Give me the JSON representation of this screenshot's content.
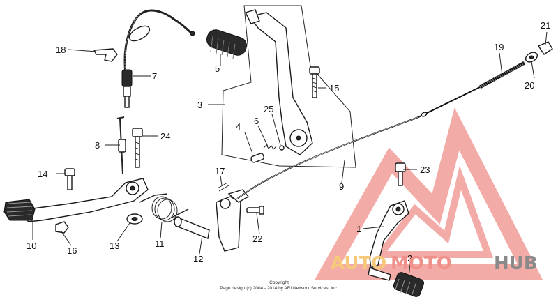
{
  "callouts": [
    {
      "id": "c1",
      "text": "1"
    },
    {
      "id": "c2",
      "text": "2"
    },
    {
      "id": "c3",
      "text": "3"
    },
    {
      "id": "c4",
      "text": "4"
    },
    {
      "id": "c5",
      "text": "5"
    },
    {
      "id": "c6",
      "text": "6"
    },
    {
      "id": "c7",
      "text": "7"
    },
    {
      "id": "c8",
      "text": "8"
    },
    {
      "id": "c9",
      "text": "9"
    },
    {
      "id": "c10",
      "text": "10"
    },
    {
      "id": "c11",
      "text": "11"
    },
    {
      "id": "c12",
      "text": "12"
    },
    {
      "id": "c13",
      "text": "13"
    },
    {
      "id": "c14",
      "text": "14"
    },
    {
      "id": "c15",
      "text": "15"
    },
    {
      "id": "c16",
      "text": "16"
    },
    {
      "id": "c17",
      "text": "17"
    },
    {
      "id": "c18",
      "text": "18"
    },
    {
      "id": "c19",
      "text": "19"
    },
    {
      "id": "c20",
      "text": "20"
    },
    {
      "id": "c21",
      "text": "21"
    },
    {
      "id": "c22",
      "text": "22"
    },
    {
      "id": "c23",
      "text": "23"
    },
    {
      "id": "c24",
      "text": "24"
    },
    {
      "id": "c25",
      "text": "25"
    }
  ],
  "copyright": {
    "line1": "Copyright",
    "line2": "Page design (c) 2004 - 2014 by ARI Network Services, Inc."
  },
  "watermark": {
    "part1": "AUTO",
    "part2": "MOTO",
    "part3": "HUB",
    "color_primary": "#f0908a",
    "color_secondary": "#f5c87a",
    "color_tertiary": "#8a8a8a"
  }
}
